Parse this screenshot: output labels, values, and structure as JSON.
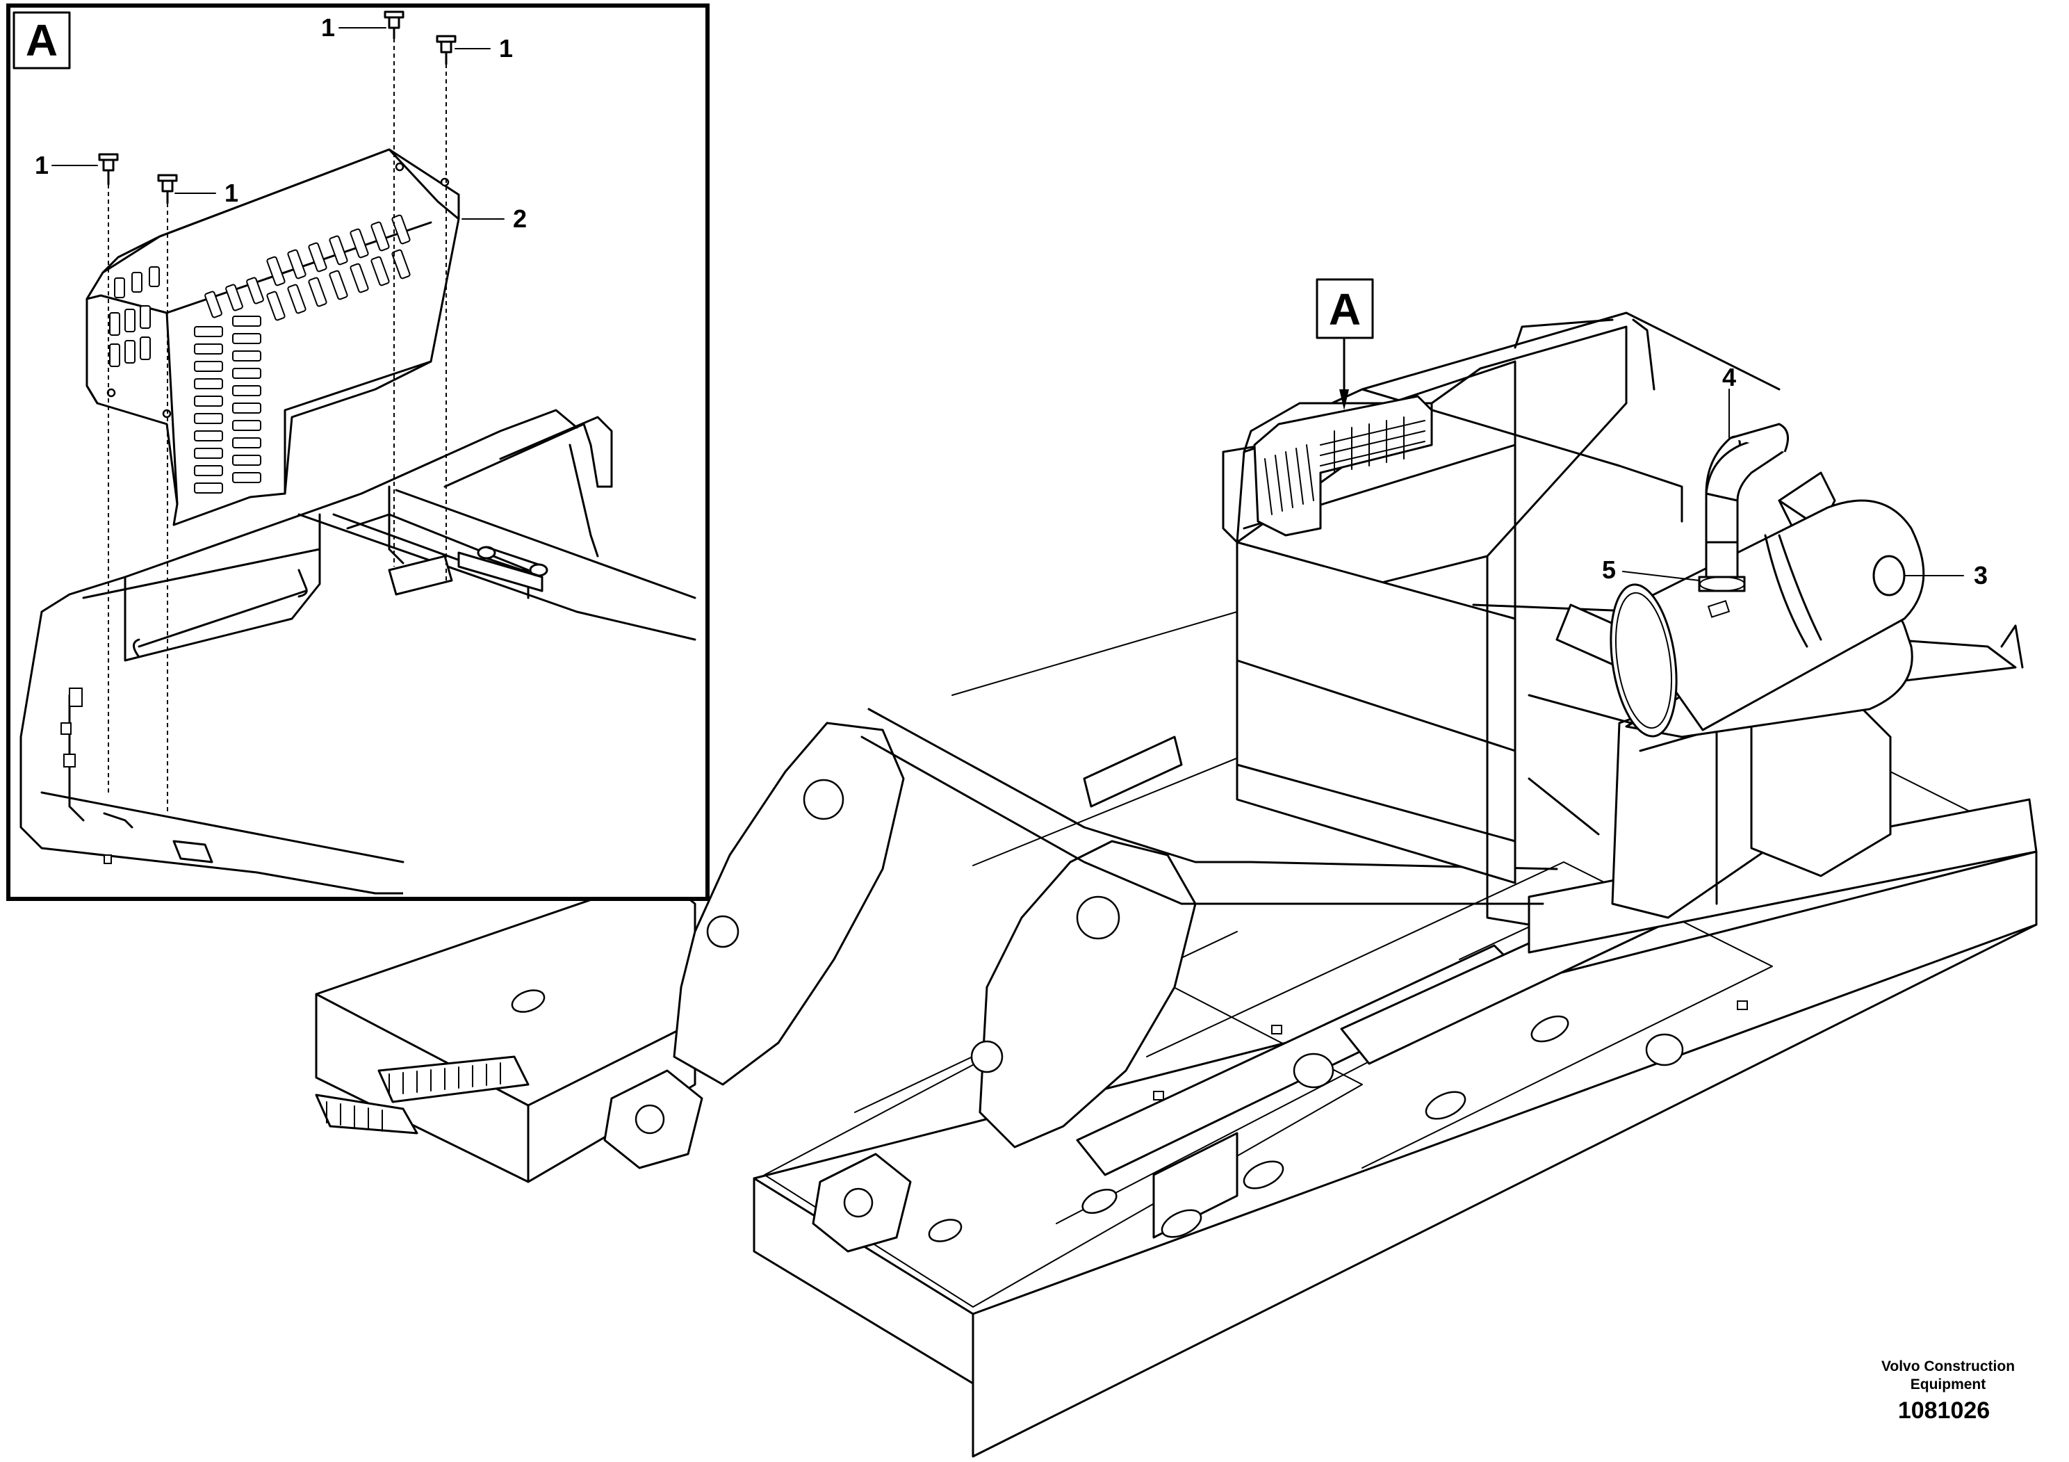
{
  "detail_view": {
    "label": "A"
  },
  "main_view": {
    "detail_marker": "A"
  },
  "callouts": {
    "bolt_1a": "1",
    "bolt_1b": "1",
    "bolt_1c": "1",
    "bolt_1d": "1",
    "cover_2": "2",
    "muffler_3": "3",
    "exhaust_pipe_4": "4",
    "clamp_5": "5"
  },
  "credit": {
    "line1": "Volvo Construction",
    "line2": "Equipment"
  },
  "document_number": "1081026"
}
